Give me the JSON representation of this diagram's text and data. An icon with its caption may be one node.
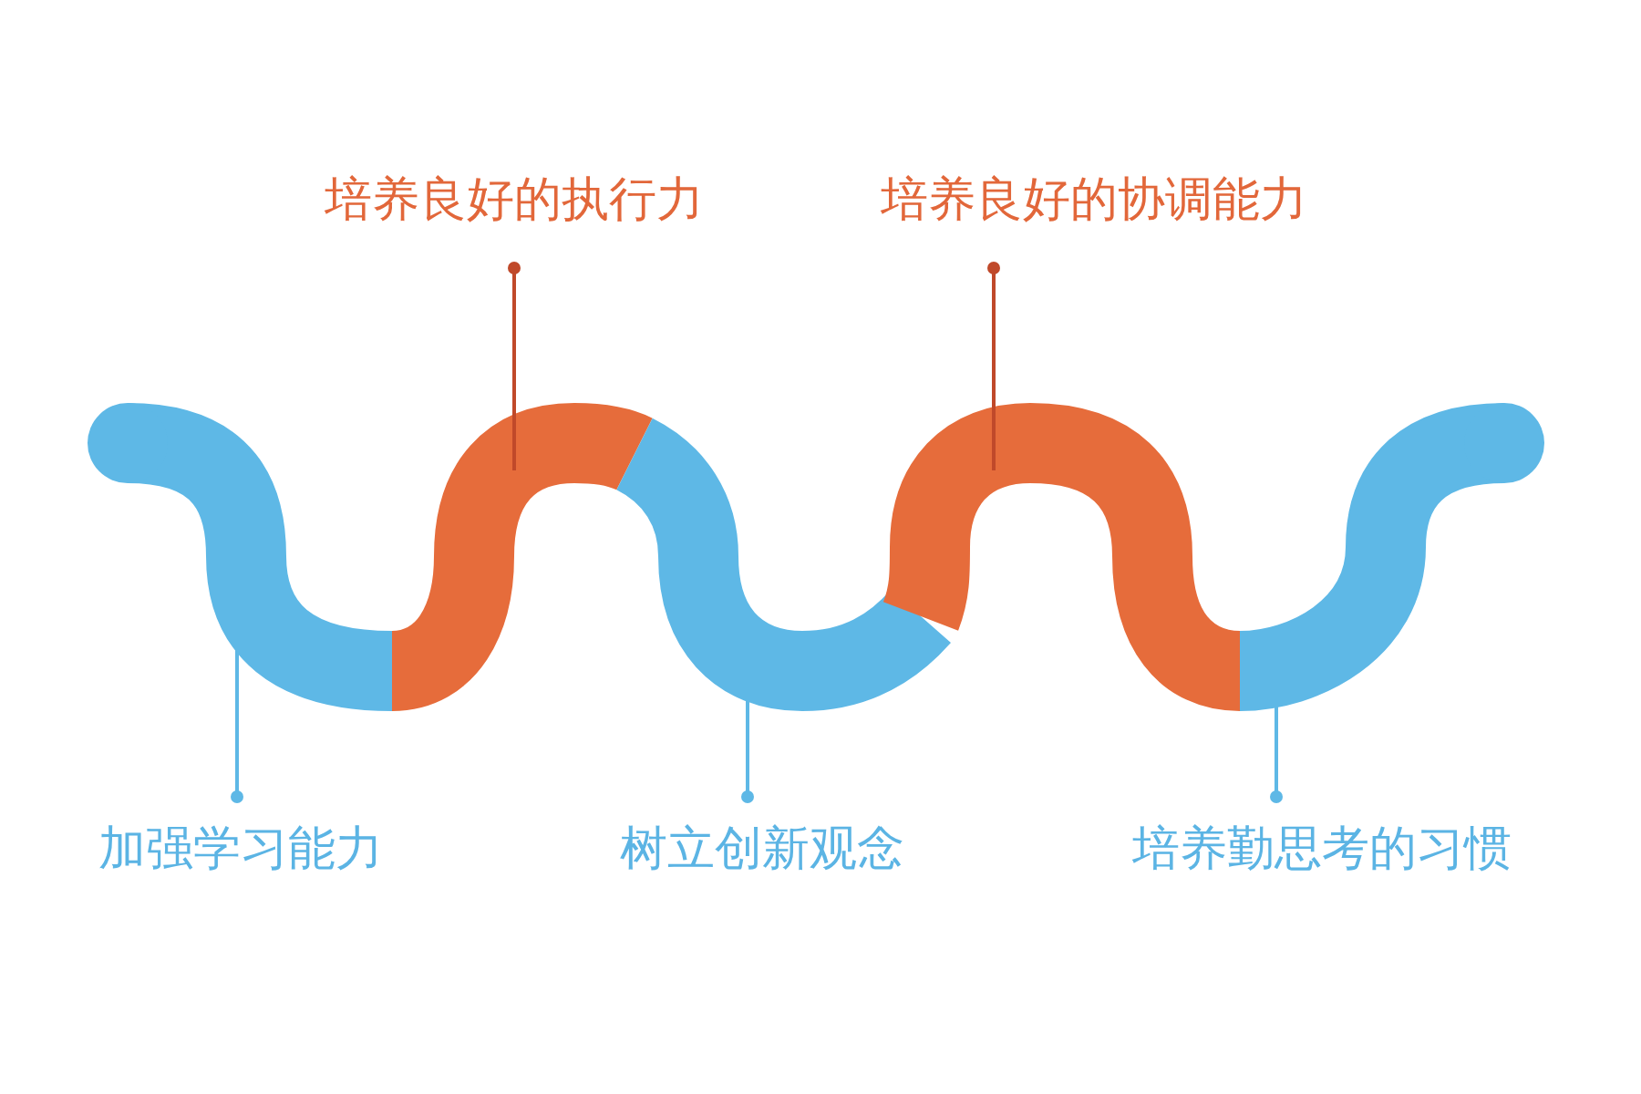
{
  "diagram": {
    "nodes": [
      {
        "text": [
          "培养良好的执行力"
        ]
      },
      {
        "text": [
          "培养良好的协调能力"
        ]
      },
      {
        "text": [
          "加强学习能力"
        ]
      },
      {
        "text": [
          "树立创新观念"
        ]
      },
      {
        "text": [
          "培养勤思考的习惯"
        ]
      },
      {
        "text": [],
        "shape": "band"
      },
      {
        "text": [],
        "shape": "band"
      },
      {
        "text": [],
        "shape": "band"
      },
      {
        "text": [],
        "shape": "band"
      },
      {
        "text": [],
        "shape": "band"
      }
    ],
    "edges": [
      {
        "from": 2,
        "to": 5,
        "arrow": "other"
      },
      {
        "from": 0,
        "to": 6,
        "arrow": "other",
        "color": "#c0492a"
      },
      {
        "from": 3,
        "to": 7,
        "arrow": "other"
      },
      {
        "from": 1,
        "to": 8,
        "arrow": "other",
        "color": "#c0492a"
      },
      {
        "from": 4,
        "to": 9,
        "arrow": "other"
      }
    ]
  }
}
